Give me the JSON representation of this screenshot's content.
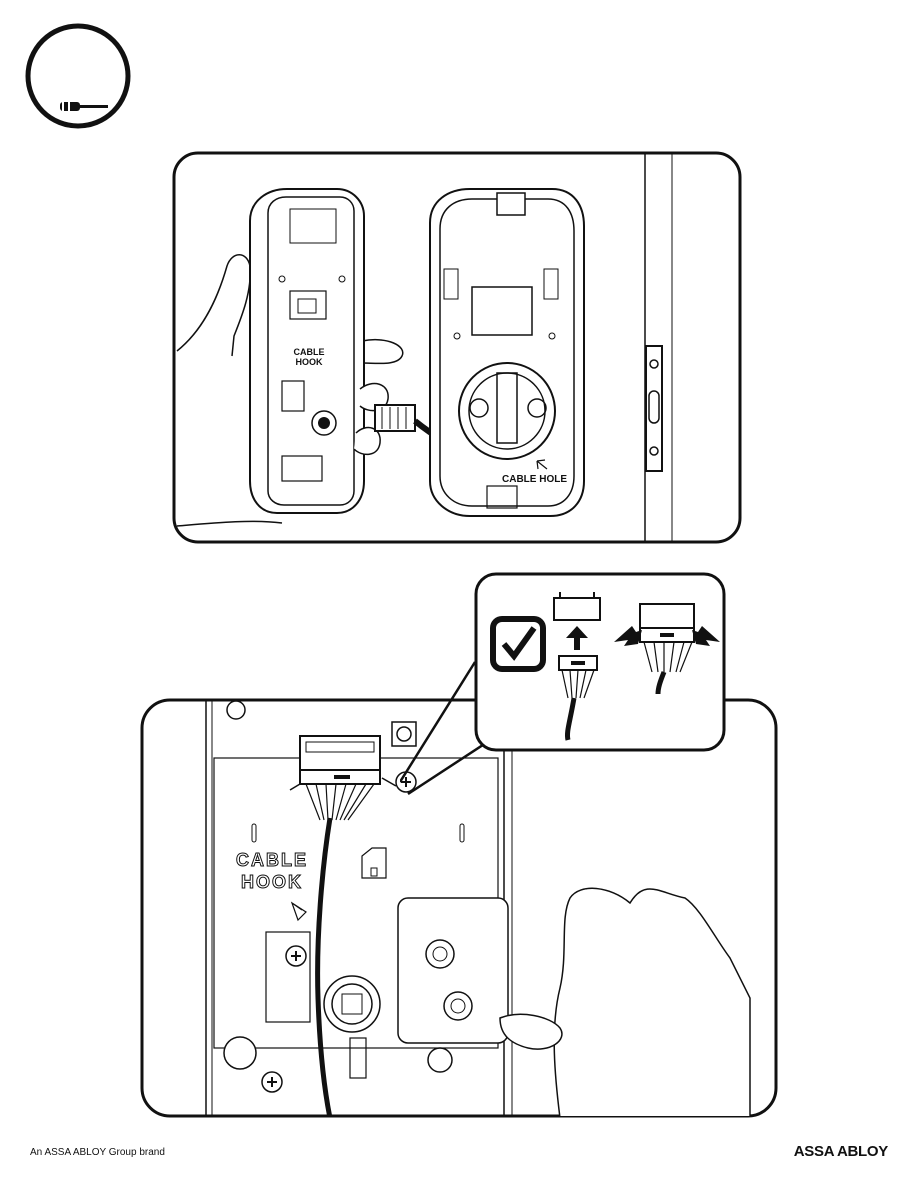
{
  "panel_top": {
    "cable_hook_label_line1": "CABLE",
    "cable_hook_label_line2": "HOOK",
    "cable_hole_label": "CABLE HOLE"
  },
  "panel_bottom": {
    "cable_hook_label_line1": "CABLE",
    "cable_hook_label_line2": "HOOK"
  },
  "footer": {
    "brand_note": "An ASSA ABLOY Group brand",
    "logo_text": "ASSA ABLOY"
  },
  "colors": {
    "ink": "#111111",
    "paper": "#ffffff"
  }
}
